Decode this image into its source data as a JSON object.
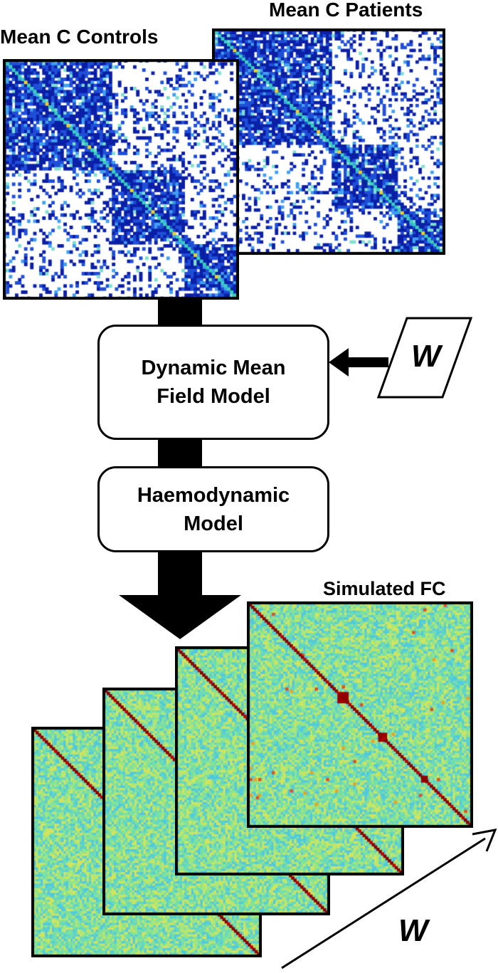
{
  "labels": {
    "controls": "Mean C Controls",
    "patients": "Mean C Patients",
    "simulated": "Simulated FC"
  },
  "boxes": {
    "dmf": "Dynamic Mean Field Model",
    "haemo": "Haemodynamic Model"
  },
  "w_symbol": "W",
  "w_axis_symbol": "W",
  "colors": {
    "sc_dark": "#0a1fa6",
    "sc_mid": "#1f4fd8",
    "fc_base": "#6fe0a8",
    "fc_diag": "#8b0000",
    "arrow": "#000000"
  }
}
